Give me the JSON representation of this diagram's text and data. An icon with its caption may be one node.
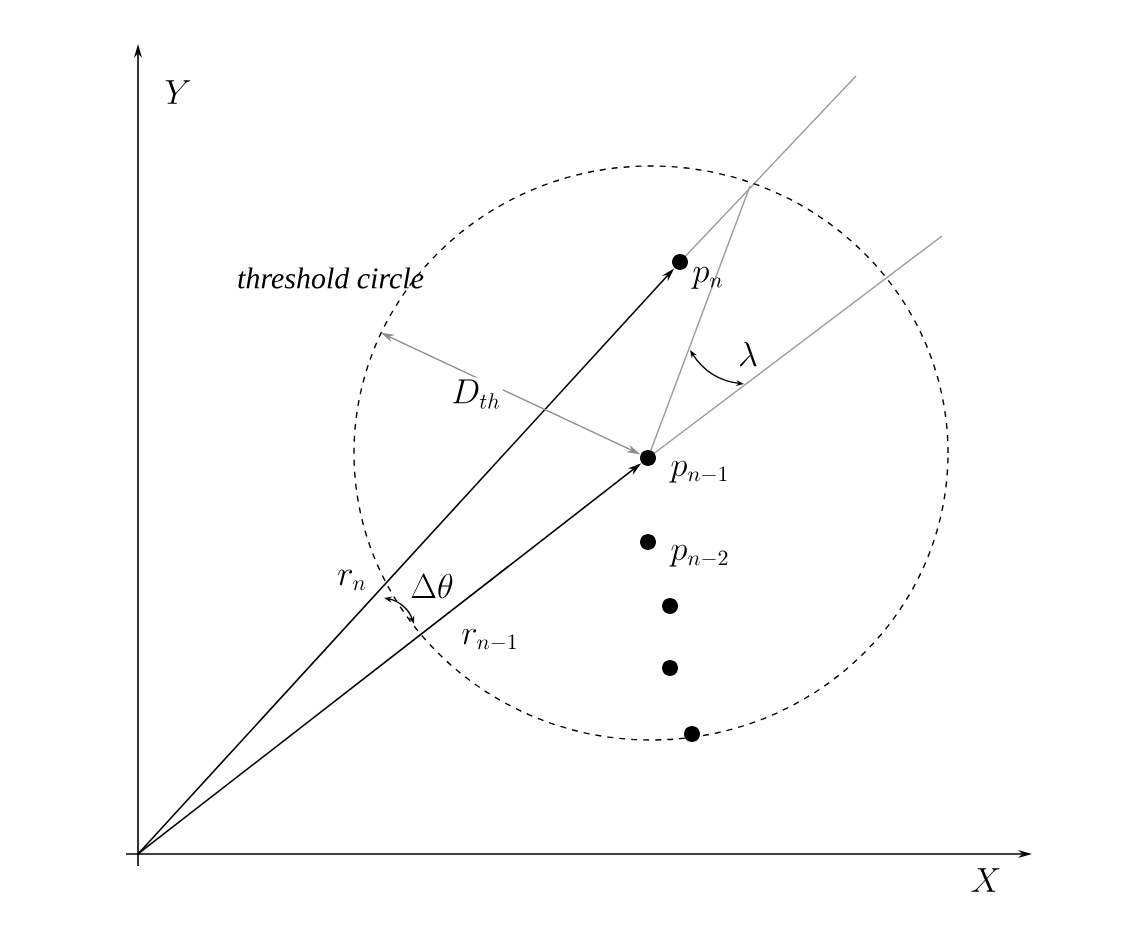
{
  "diagram": {
    "nodes": [
      {
        "text": [
          "threshold circle"
        ]
      },
      {
        "text": [],
        "shape": "circle",
        "in": 0,
        "beside": [
          "p_{n}"
        ]
      },
      {
        "text": [],
        "shape": "circle",
        "in": 0,
        "beside": [
          "p_{n-1}"
        ]
      },
      {
        "text": [],
        "shape": "circle",
        "in": 0,
        "beside": [
          "p_{n-2}"
        ]
      },
      {
        "text": [],
        "shape": "circle",
        "in": 0
      },
      {
        "text": [],
        "shape": "circle",
        "in": 0
      },
      {
        "text": [],
        "shape": "circle",
        "in": 0
      }
    ],
    "edges": [
      {
        "from": null,
        "to": 1,
        "arrow": "to",
        "label": "r_{n}"
      },
      {
        "from": null,
        "to": 2,
        "arrow": "to",
        "label": "r_{n-1}"
      },
      {
        "from": 0,
        "to": 2,
        "arrow": "both",
        "label": "D_{th}",
        "color": "#8c8c8c"
      }
    ],
    "labels": [
      "Y",
      "X",
      "\\lambda",
      "\\Delta\\theta"
    ]
  }
}
